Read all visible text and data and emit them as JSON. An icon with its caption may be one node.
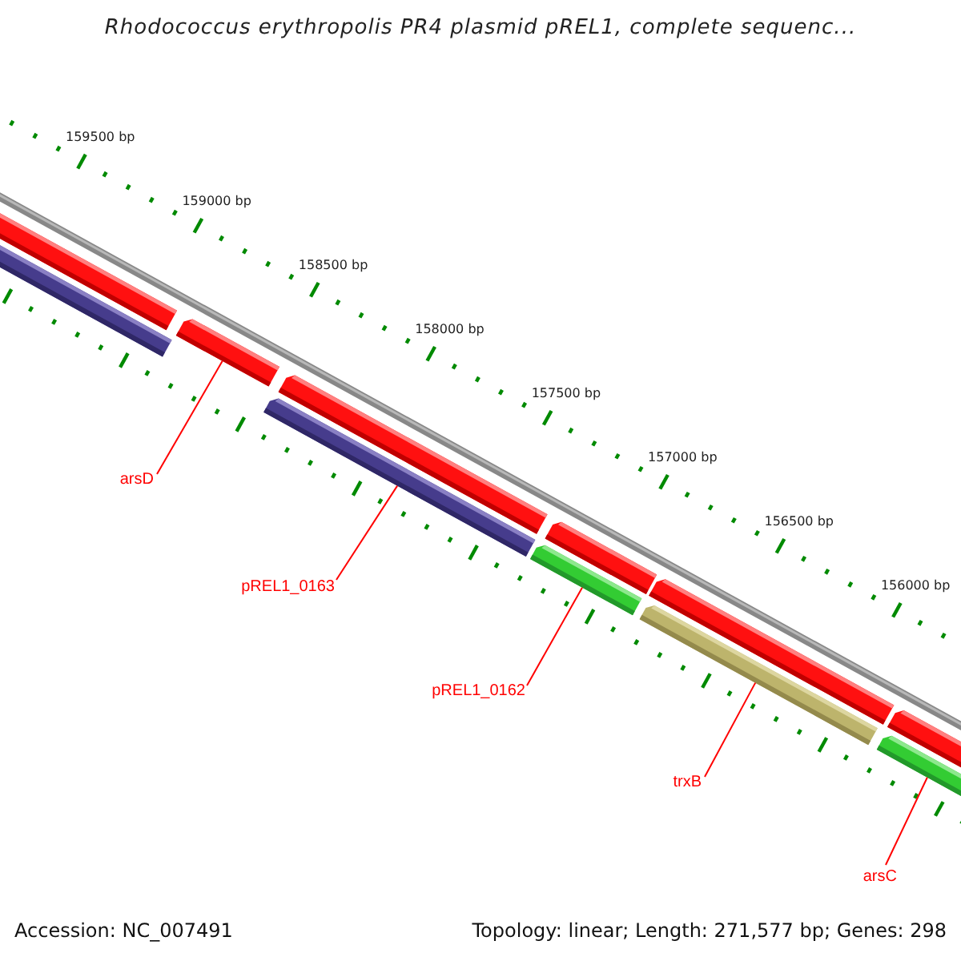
{
  "diagram": {
    "title": "Rhodococcus erythropolis PR4 plasmid pREL1, complete sequenc...",
    "nodes": [
      {
        "text": [
          "arsD"
        ]
      },
      {
        "text": [],
        "shape": "bar"
      },
      {
        "text": [
          "pREL1_0163"
        ]
      },
      {
        "text": [],
        "shape": "bar"
      },
      {
        "text": [
          "pREL1_0162"
        ]
      },
      {
        "text": [],
        "shape": "bar"
      },
      {
        "text": [
          "trxB"
        ]
      },
      {
        "text": [],
        "shape": "bar"
      },
      {
        "text": [
          "arsC"
        ]
      },
      {
        "text": [],
        "shape": "bar"
      }
    ],
    "edges": [
      {
        "from": 0,
        "to": 1,
        "arrow": "none"
      },
      {
        "from": 2,
        "to": 3,
        "arrow": "none"
      },
      {
        "from": 4,
        "to": 5,
        "arrow": "none"
      },
      {
        "from": 6,
        "to": 7,
        "arrow": "none"
      },
      {
        "from": 8,
        "to": 9,
        "arrow": "none"
      }
    ],
    "labels": [
      "159500 bp",
      "159000 bp",
      "158500 bp",
      "158000 bp",
      "157500 bp",
      "157000 bp",
      "156500 bp",
      "156000 bp",
      "Accession: NC_007491",
      "Topology: linear; Length: 271,577 bp; Genes: 298"
    ]
  }
}
